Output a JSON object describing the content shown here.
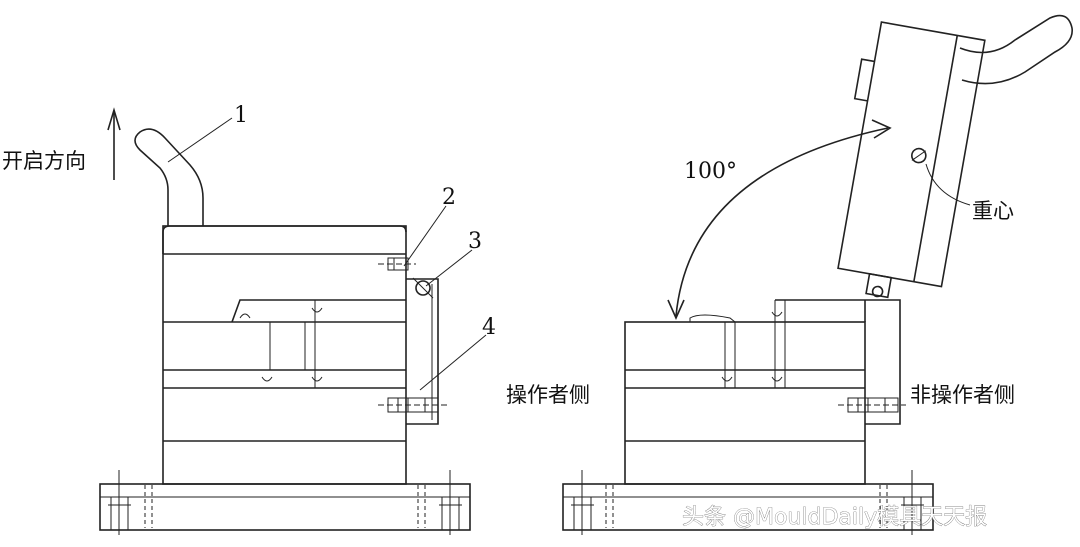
{
  "left": {
    "open_direction": "开启方向",
    "callouts": [
      "1",
      "2",
      "3",
      "4"
    ]
  },
  "right": {
    "angle": "100°",
    "center_of_gravity": "重心",
    "operator_side": "操作者侧",
    "non_operator_side": "非操作者侧"
  },
  "watermark": "头条 @MouldDaily模具天天报"
}
